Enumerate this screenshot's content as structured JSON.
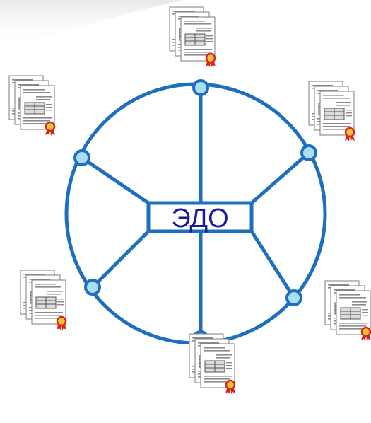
{
  "diagram": {
    "center_label": "ЭДО",
    "colors": {
      "line": "#1f6fbf",
      "node_fill": "#a9dff0",
      "label_text": "#1a1a9a",
      "label_bg": "#ffffff",
      "doc_paper": "#ffffff",
      "doc_border": "#7d7d7d",
      "doc_text": "#8a8a8a",
      "doc_table": "#555555",
      "seal_red": "#d8261f",
      "seal_gold": "#f1c232"
    },
    "nodes": [
      {
        "id": "top",
        "icon": "document-stack-icon"
      },
      {
        "id": "upper-right",
        "icon": "document-stack-icon"
      },
      {
        "id": "lower-right",
        "icon": "document-stack-icon"
      },
      {
        "id": "bottom",
        "icon": "document-stack-icon"
      },
      {
        "id": "lower-left",
        "icon": "document-stack-icon"
      },
      {
        "id": "upper-left",
        "icon": "document-stack-icon"
      }
    ]
  }
}
